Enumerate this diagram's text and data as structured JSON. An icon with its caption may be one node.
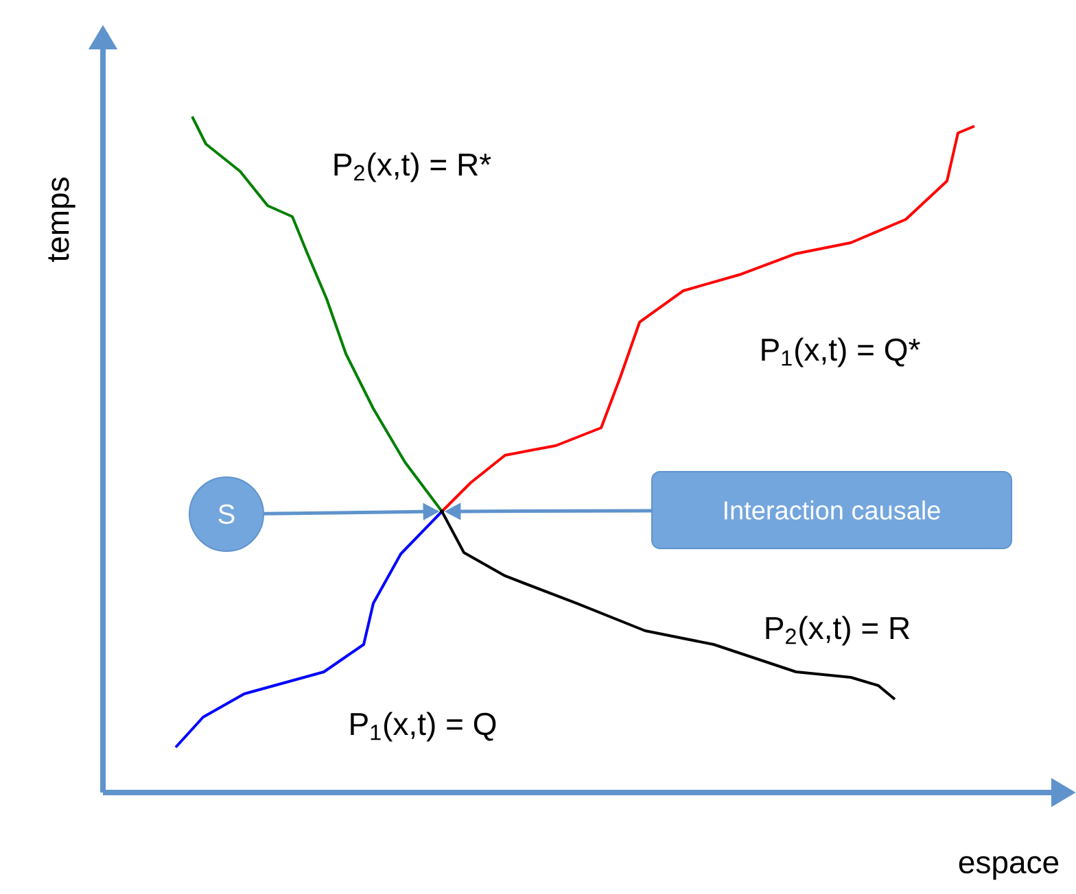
{
  "diagram": {
    "nodes": [
      {
        "text": [
          "S"
        ]
      },
      {
        "text": [
          "Interaction causale"
        ]
      },
      {
        "text": [],
        "shape": "circle"
      }
    ],
    "edges": [
      {
        "from": 0,
        "to": 2,
        "arrow": "to"
      },
      {
        "from": 1,
        "to": 2,
        "arrow": "to"
      }
    ],
    "labels": [
      "temps",
      "P$_{2}$(x,t) = R*",
      "P$_{1}$(x,t) = Q*",
      "P$_{2}$(x,t) = R",
      "P$_{1}$(x,t) = Q",
      "espace"
    ]
  }
}
